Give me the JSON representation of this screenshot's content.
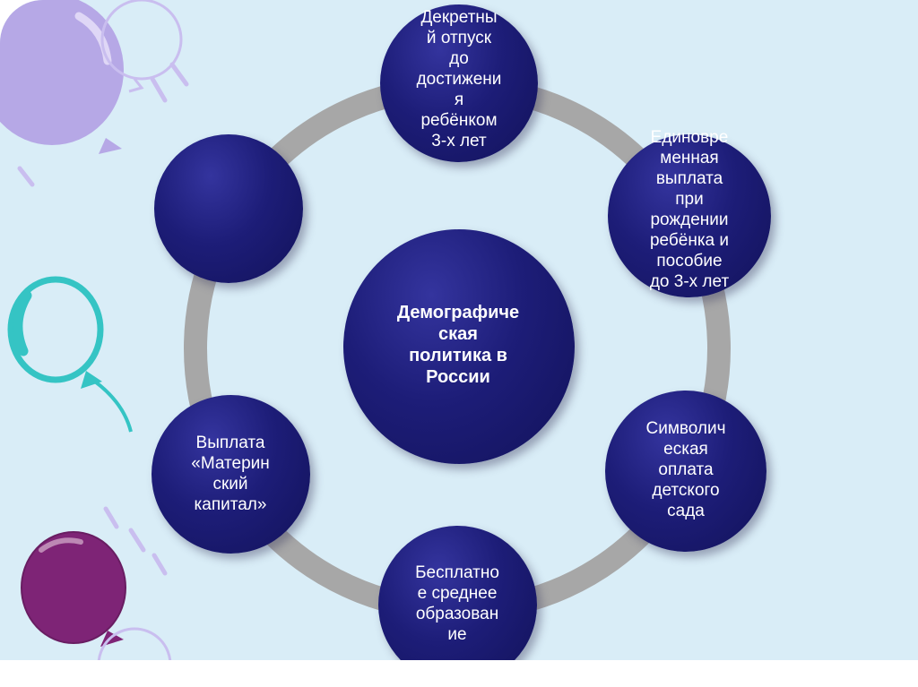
{
  "diagram": {
    "center": {
      "label": "Демографиче\nская\nполитика в\nРоссии"
    },
    "nodes": [
      {
        "id": "decree-leave",
        "label": "Декретны\nй отпуск\nдо\nдостижени\nя\nребёнком\n3-х лет"
      },
      {
        "id": "lump-sum-payment",
        "label": "Единовре\nменная\nвыплата\nпри\nрождении\nребёнка и\nпособие\nдо 3-х лет"
      },
      {
        "id": "kindergarten-fee",
        "label": "Символич\nеская\nоплата\nдетского\nсада"
      },
      {
        "id": "free-education",
        "label": "Бесплатно\nе среднее\nобразован\nие"
      },
      {
        "id": "maternal-capital",
        "label": "Выплата\n«Материн\nский\nкапитал»"
      },
      {
        "id": "empty-node",
        "label": ""
      }
    ],
    "colors": {
      "node_fill": "#1d1d78",
      "ring": "#a7a7a7",
      "background": "#d9edf7",
      "text": "#ffffff",
      "balloon_purple": "#b6a8e6",
      "balloon_teal": "#35c4c4",
      "balloon_magenta": "#7e2476",
      "balloon_outline": "#c9beef"
    }
  }
}
